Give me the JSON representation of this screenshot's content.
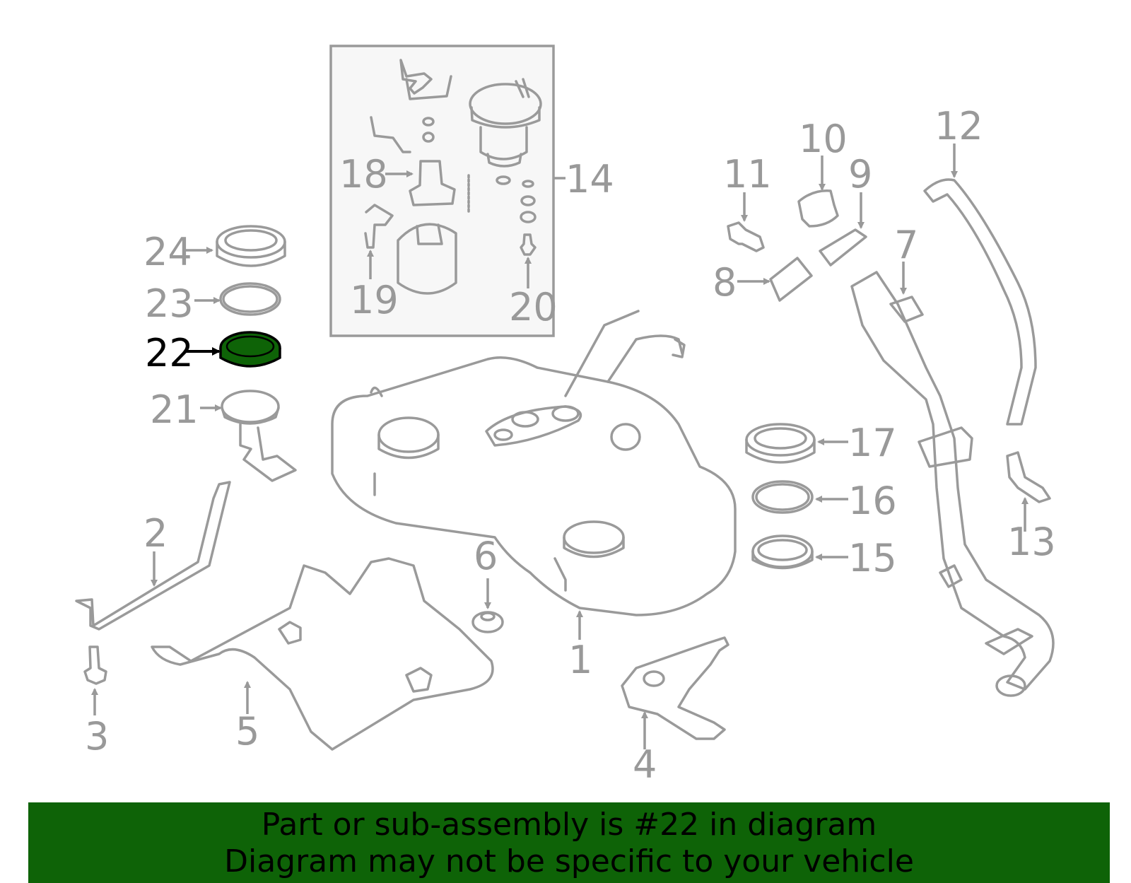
{
  "callouts": {
    "c1": "1",
    "c2": "2",
    "c3": "3",
    "c4": "4",
    "c5": "5",
    "c6": "6",
    "c7": "7",
    "c8": "8",
    "c9": "9",
    "c10": "10",
    "c11": "11",
    "c12": "12",
    "c13": "13",
    "c14": "14",
    "c15": "15",
    "c16": "16",
    "c17": "17",
    "c18": "18",
    "c19": "19",
    "c20": "20",
    "c21": "21",
    "c22": "22",
    "c23": "23",
    "c24": "24"
  },
  "highlighted_part": "22",
  "colors": {
    "highlight": "#0e6307",
    "line": "#9a9a9a",
    "banner": "#0e6307"
  },
  "caption": {
    "line1": "Part or sub-assembly is #22 in diagram",
    "line2": "Diagram may not be specific to your vehicle"
  }
}
